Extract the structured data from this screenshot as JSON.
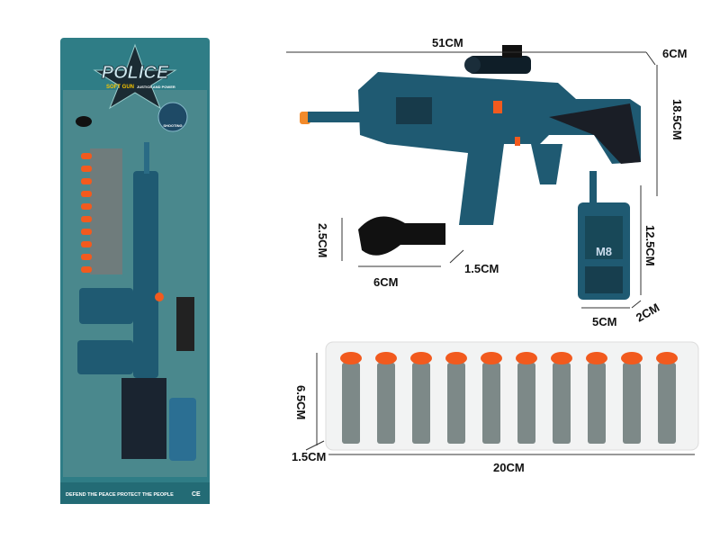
{
  "package": {
    "brand_title": "POLICE",
    "subtitle": "SOFT GUN",
    "tagline": "JUSTICE AND POWER",
    "badge_text": "SHOOTING",
    "footer_text": "DEFEND THE PEACE  PROTECT THE PEOPLE",
    "cert_mark": "CE",
    "colors": {
      "card": "#2f7d86",
      "toy": "#1f5a72",
      "dart_tip": "#f25a1e"
    }
  },
  "dimensions": {
    "gun_length": "51CM",
    "gun_depth": "6CM",
    "gun_height": "18.5CM",
    "whistle_height": "2.5CM",
    "whistle_length": "6CM",
    "whistle_depth": "1.5CM",
    "radio_height": "12.5CM",
    "radio_width": "5CM",
    "radio_depth": "2CM",
    "darts_height": "6.5CM",
    "darts_depth": "1.5CM",
    "darts_length": "20CM"
  },
  "walkie_display": "M8",
  "dart_count": 10
}
